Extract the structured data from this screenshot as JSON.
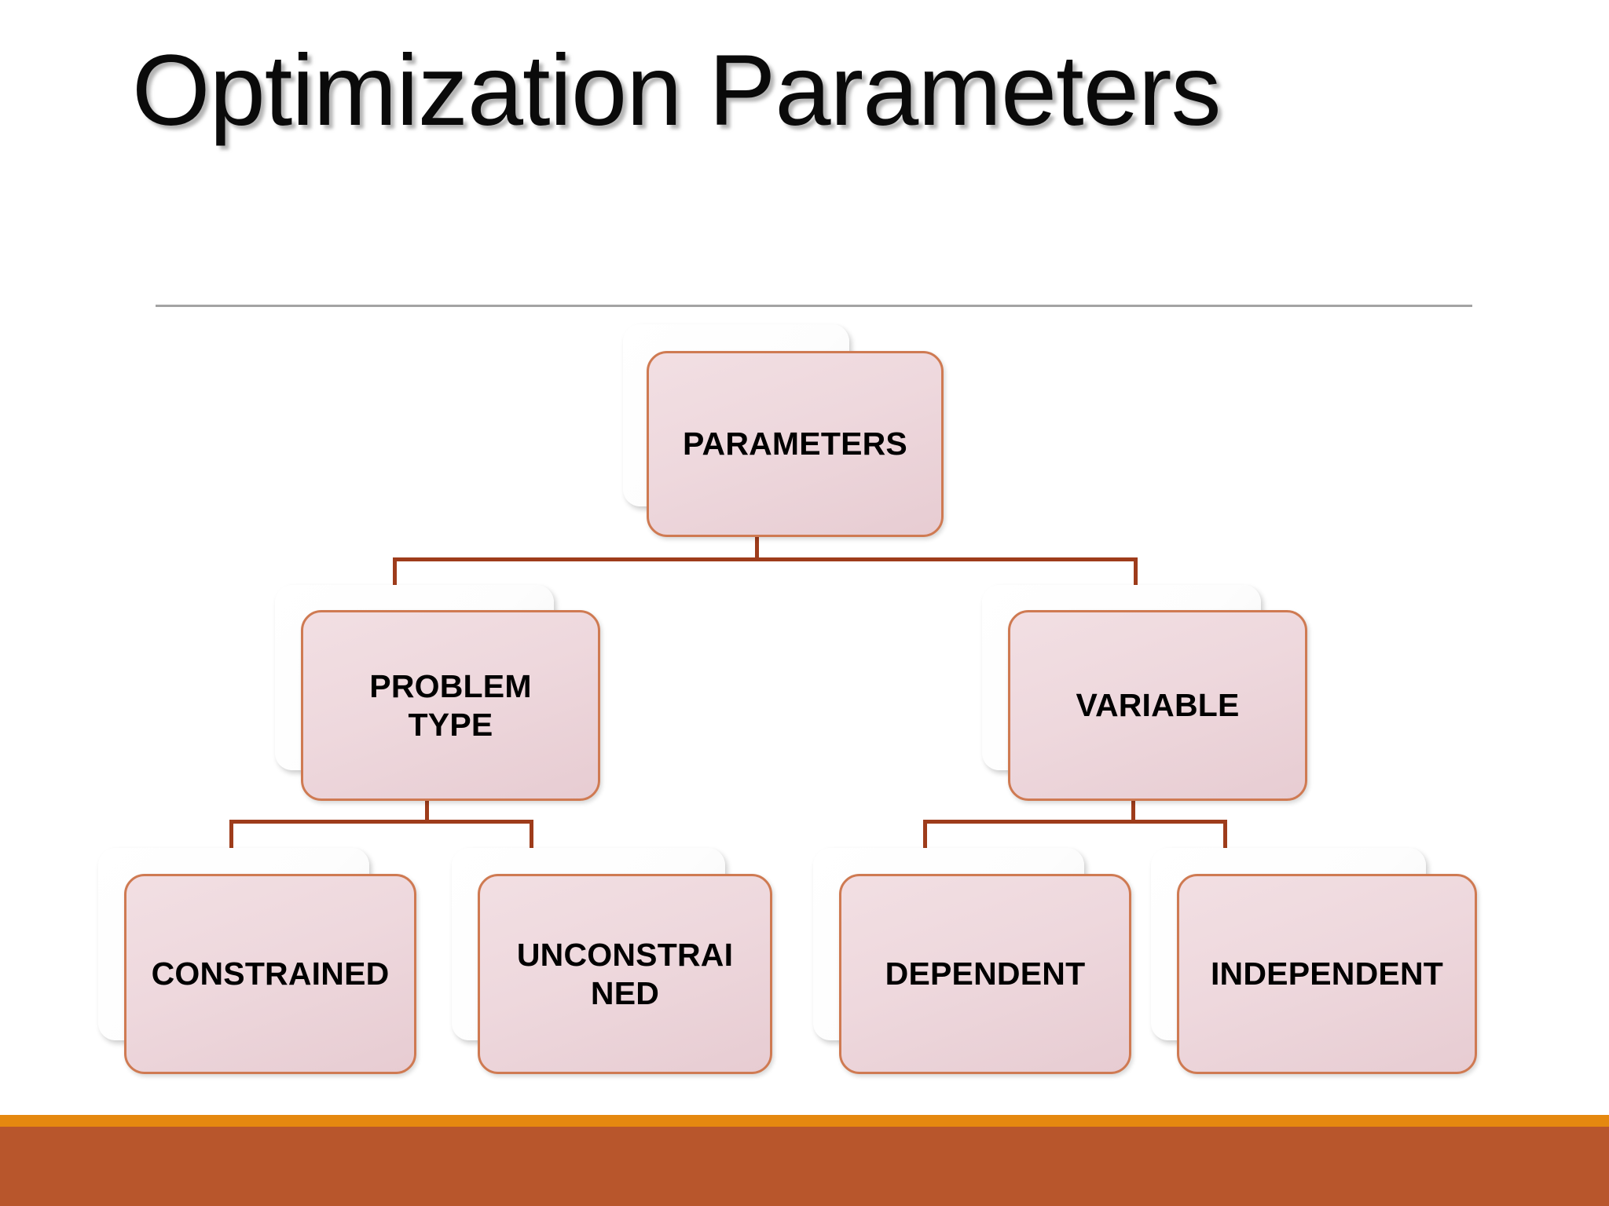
{
  "slide": {
    "title": "Optimization Parameters",
    "background_color": "#ffffff",
    "divider_color": "#a3a3a3",
    "footer": {
      "light_bar_color": "#e5880f",
      "dark_bar_color": "#b8562c"
    }
  },
  "diagram": {
    "type": "org-chart",
    "node_fill_color": "#eed8dd",
    "node_border_color": "#cf7a52",
    "connector_color": "#9e3c1b",
    "shadow_card_color": "#ffffff",
    "root": {
      "id": "parameters",
      "label": "PARAMETERS"
    },
    "level2": [
      {
        "id": "problem-type",
        "label": "PROBLEM\nTYPE",
        "line1": "PROBLEM",
        "line2": "TYPE"
      },
      {
        "id": "variable",
        "label": "VARIABLE",
        "line1": "VARIABLE",
        "line2": ""
      }
    ],
    "level3": [
      {
        "id": "constrained",
        "label": "CONSTRAINED",
        "line1": "CONSTRAINED",
        "line2": "",
        "parent": "problem-type"
      },
      {
        "id": "unconstrained",
        "label": "UNCONSTRAI NED",
        "line1": "UNCONSTRAI",
        "line2": "NED",
        "parent": "problem-type"
      },
      {
        "id": "dependent",
        "label": "DEPENDENT",
        "line1": "DEPENDENT",
        "line2": "",
        "parent": "variable"
      },
      {
        "id": "independent",
        "label": "INDEPENDENT",
        "line1": "INDEPENDENT",
        "line2": "",
        "parent": "variable"
      }
    ]
  }
}
